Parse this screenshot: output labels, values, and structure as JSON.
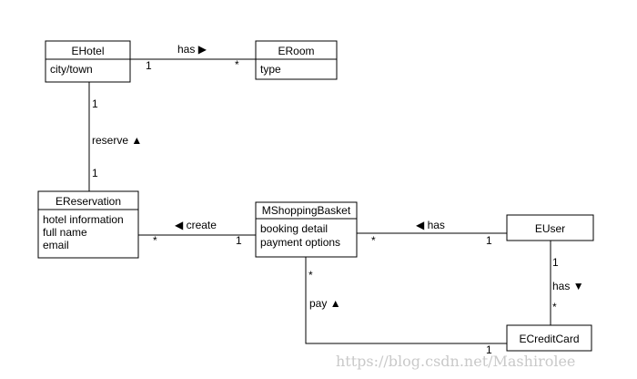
{
  "classes": {
    "ehotel": {
      "name": "EHotel",
      "attributes": [
        "city/town"
      ]
    },
    "eroom": {
      "name": "ERoom",
      "attributes": [
        "type"
      ]
    },
    "ereservation": {
      "name": "EReservation",
      "attributes": [
        "hotel information",
        "full name",
        "email"
      ]
    },
    "mshoppingbasket": {
      "name": "MShoppingBasket",
      "attributes": [
        "booking detail",
        "payment options"
      ]
    },
    "euser": {
      "name": "EUser",
      "attributes": []
    },
    "ecreditcard": {
      "name": "ECreditCard",
      "attributes": []
    }
  },
  "associations": {
    "hotel_room": {
      "label": "has",
      "arrow": "▶",
      "mult_hotel": "1",
      "mult_room": "*"
    },
    "hotel_reservation": {
      "label": "reserve",
      "arrow": "▲",
      "mult_hotel": "1",
      "mult_reservation": "1"
    },
    "basket_reservation": {
      "label": "create",
      "arrow": "◀",
      "mult_reservation": "*",
      "mult_basket": "1"
    },
    "user_basket": {
      "label": "has",
      "arrow": "◀",
      "mult_basket": "*",
      "mult_user": "1"
    },
    "user_card": {
      "label": "has",
      "arrow": "▼",
      "mult_user": "1",
      "mult_card": "*"
    },
    "basket_card": {
      "label": "pay",
      "arrow": "▲",
      "mult_basket": "*",
      "mult_card": "1"
    }
  },
  "watermark": "https://blog.csdn.net/Mashirolee",
  "colors": {
    "line": "#000000",
    "box_fill": "#ffffff",
    "watermark": "#c9c9c9"
  }
}
